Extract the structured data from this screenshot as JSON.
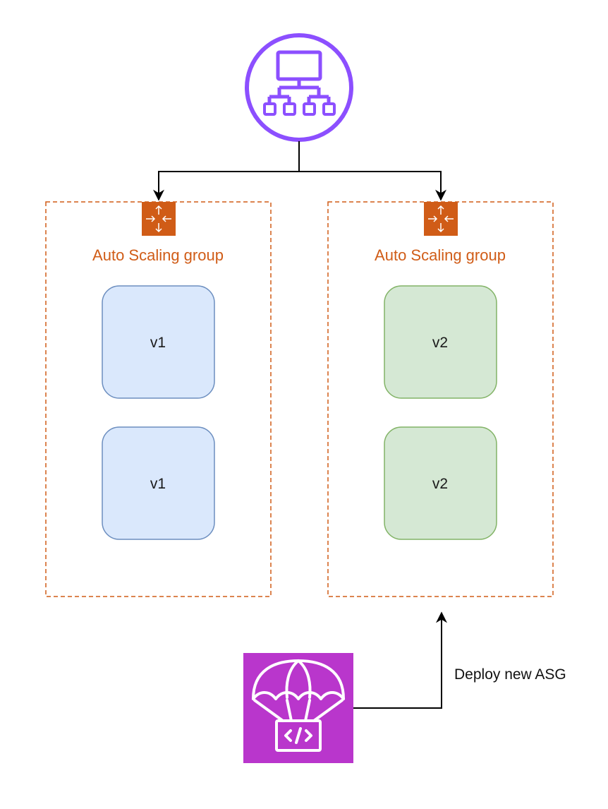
{
  "load_balancer": {
    "icon": "elastic-load-balancer-icon",
    "accent": "#8c4fff"
  },
  "groups": [
    {
      "label": "Auto Scaling group",
      "icon": "auto-scaling-icon",
      "instances": [
        {
          "label": "v1"
        },
        {
          "label": "v1"
        }
      ]
    },
    {
      "label": "Auto Scaling group",
      "icon": "auto-scaling-icon",
      "instances": [
        {
          "label": "v2"
        },
        {
          "label": "v2"
        }
      ]
    }
  ],
  "deploy": {
    "icon": "codedeploy-parachute-icon",
    "label": "Deploy new ASG",
    "color": "#b936cc"
  },
  "colors": {
    "asg_border": "#d05c17",
    "asg_icon_bg": "#d05c17",
    "v1_fill": "#dae8fc",
    "v1_stroke": "#6c8ebf",
    "v2_fill": "#d5e8d4",
    "v2_stroke": "#82b366",
    "arrow": "#000000"
  }
}
